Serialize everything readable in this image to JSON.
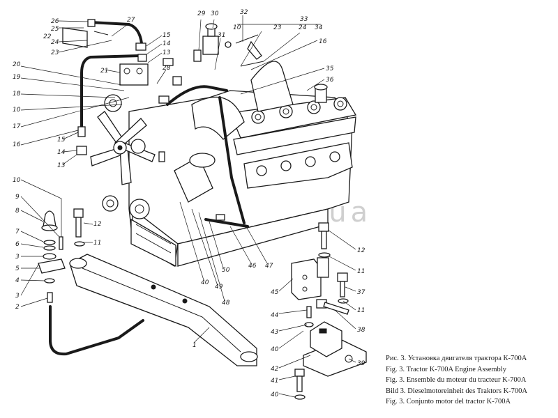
{
  "watermark": "adara.com.ua",
  "captions": [
    "Рис. 3. Установка двигателя трактора К-700А",
    "Fig. 3. Tractor K-700A Engine Assembly",
    "Fig. 3. Ensemble du moteur du tracteur K-700A",
    "Bild 3. Dieselmotoreinheit des Traktors K-700A",
    "Fig. 3. Conjunto motor del tractor K-700A"
  ],
  "callouts": [
    "26",
    "25",
    "22",
    "24",
    "23",
    "27",
    "15",
    "14",
    "13",
    "29",
    "30",
    "31",
    "32",
    "10",
    "33",
    "23",
    "24",
    "34",
    "16",
    "20",
    "19",
    "18",
    "10",
    "17",
    "16",
    "21",
    "28",
    "35",
    "36",
    "15",
    "14",
    "13",
    "10",
    "9",
    "8",
    "7",
    "6",
    "3",
    "5",
    "4",
    "3",
    "2",
    "12",
    "11",
    "1",
    "40",
    "49",
    "48",
    "50",
    "46",
    "47",
    "12",
    "11",
    "45",
    "37",
    "11",
    "44",
    "43",
    "38",
    "40",
    "42",
    "39",
    "41",
    "40"
  ]
}
